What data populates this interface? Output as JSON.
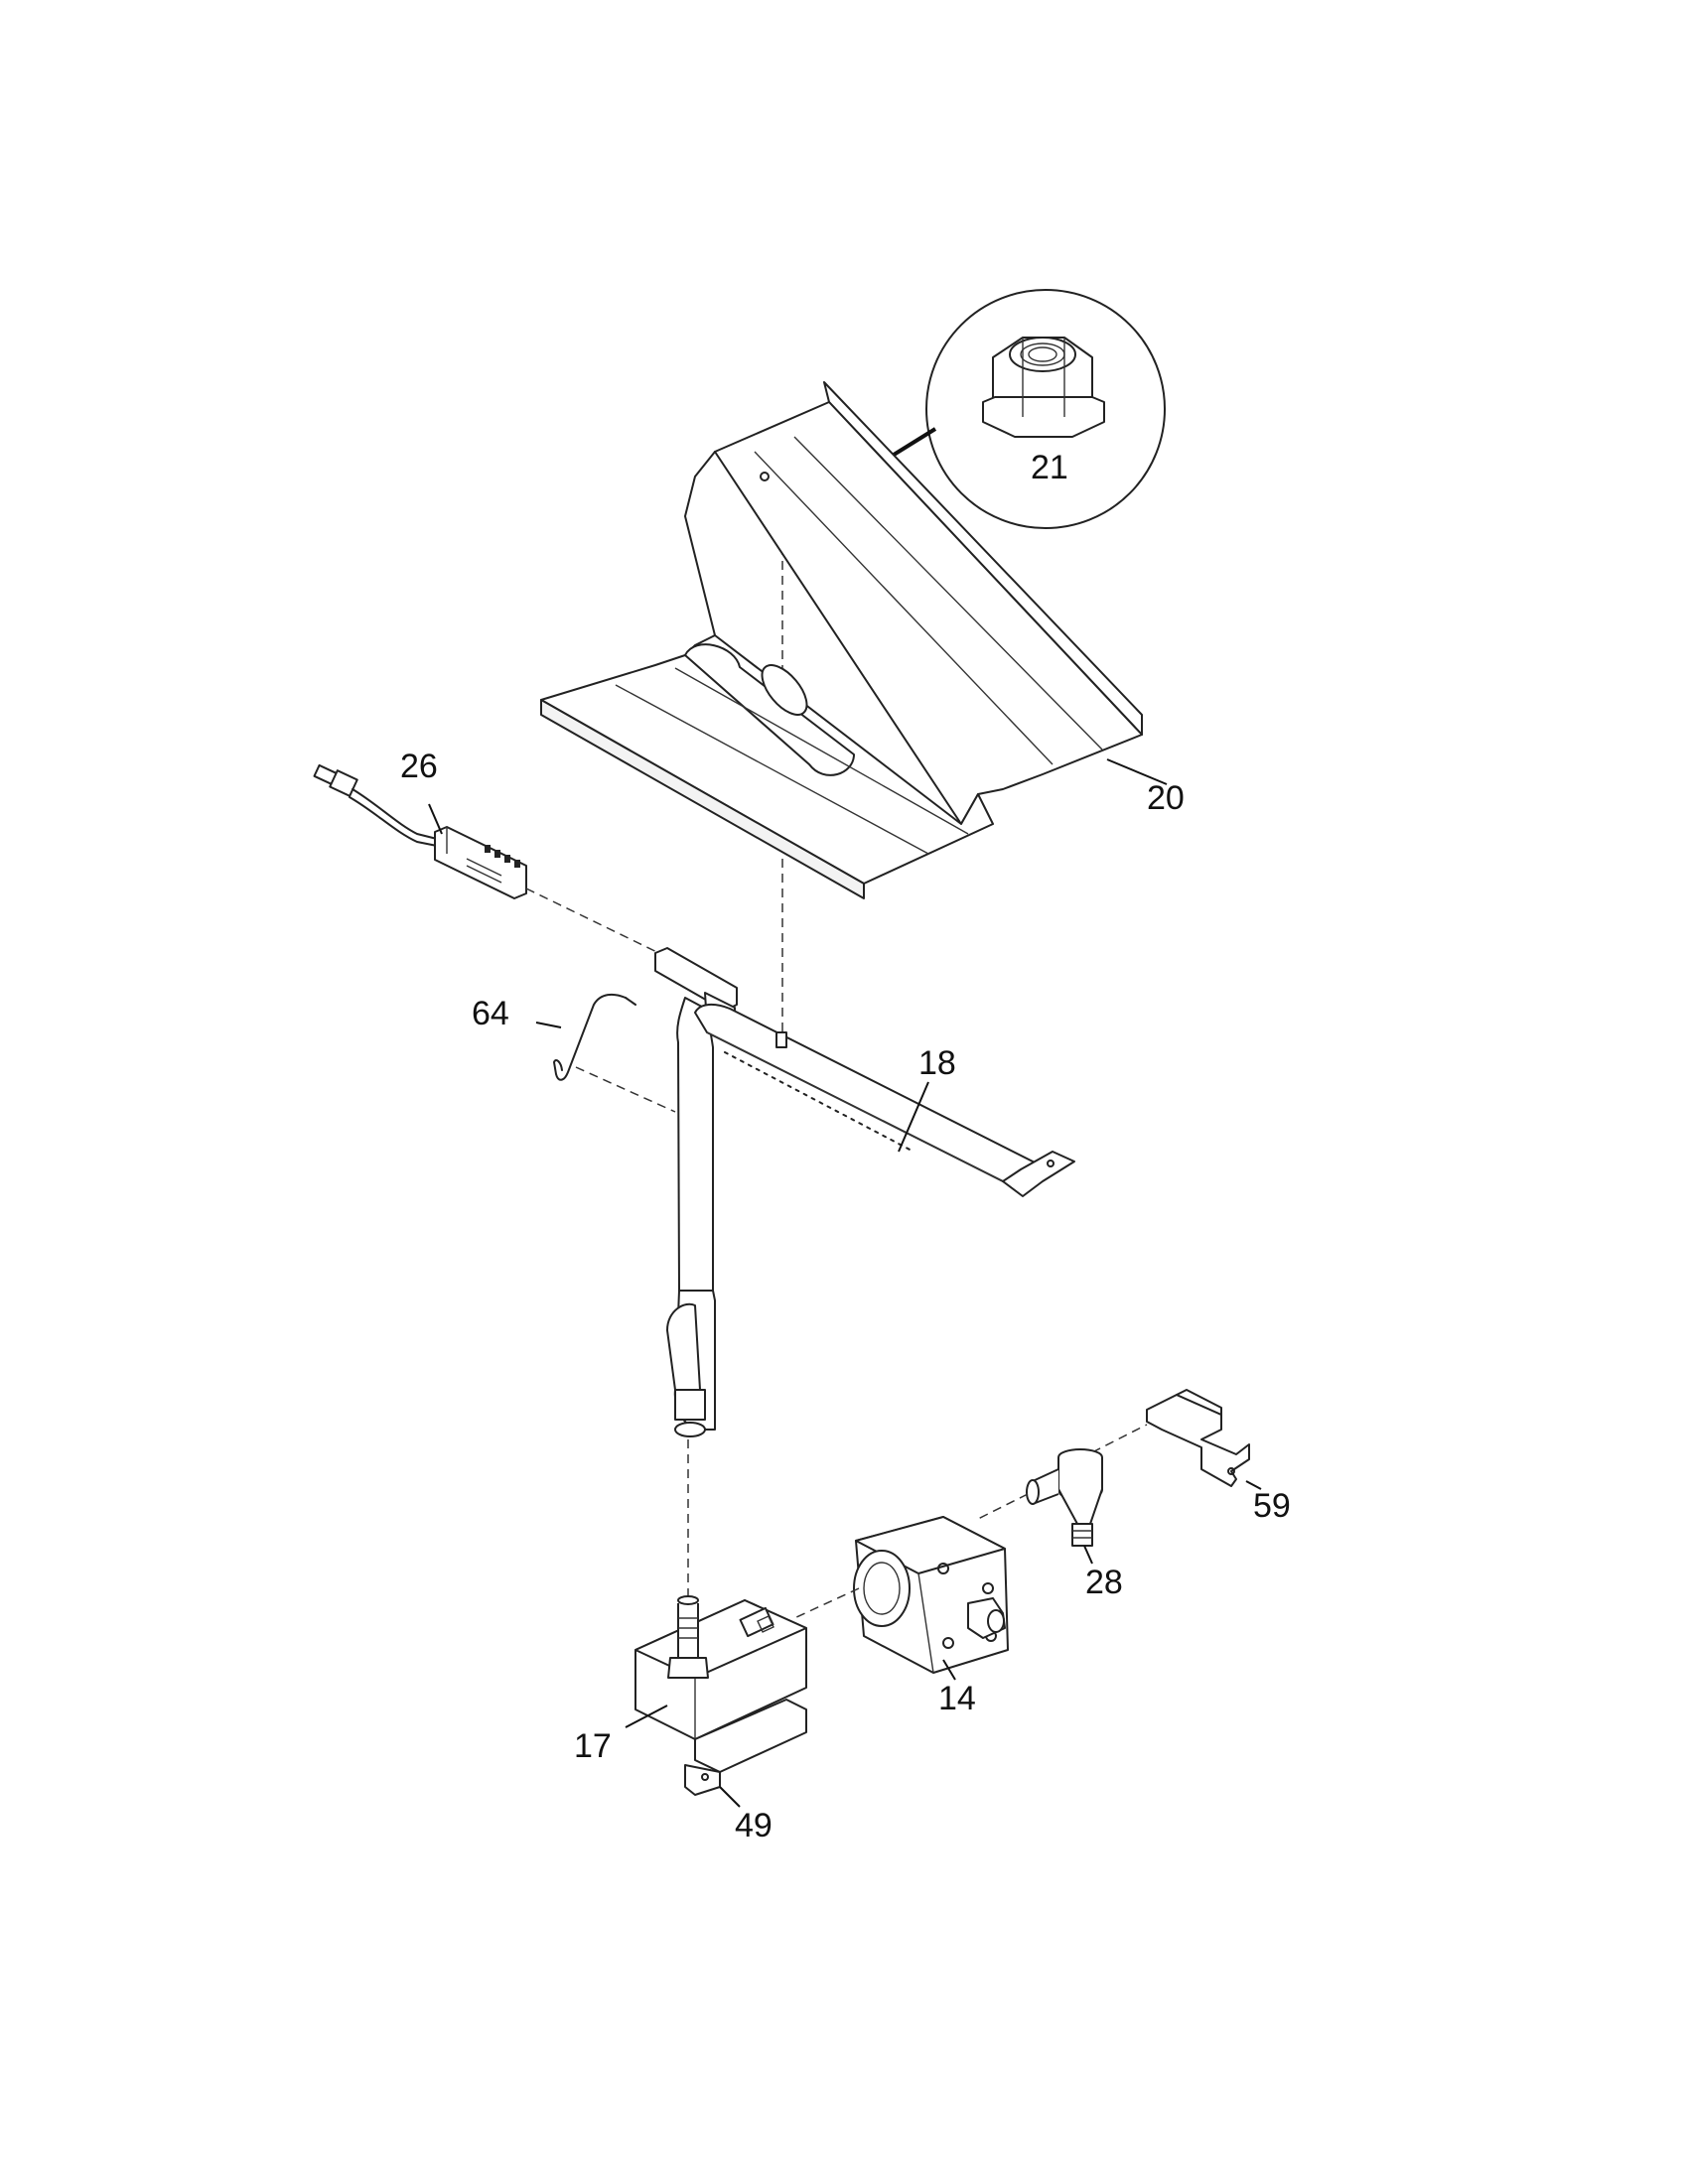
{
  "diagram": {
    "parts": [
      {
        "id": "nut",
        "label": "21"
      },
      {
        "id": "baffle",
        "label": "20"
      },
      {
        "id": "igniter",
        "label": "26"
      },
      {
        "id": "wire-clip",
        "label": "64"
      },
      {
        "id": "burner",
        "label": "18"
      },
      {
        "id": "bracket-right",
        "label": "59"
      },
      {
        "id": "orifice-fitting",
        "label": "28"
      },
      {
        "id": "gas-valve",
        "label": "14"
      },
      {
        "id": "orifice-holder",
        "label": "17"
      },
      {
        "id": "bracket-bottom",
        "label": "49"
      }
    ]
  }
}
